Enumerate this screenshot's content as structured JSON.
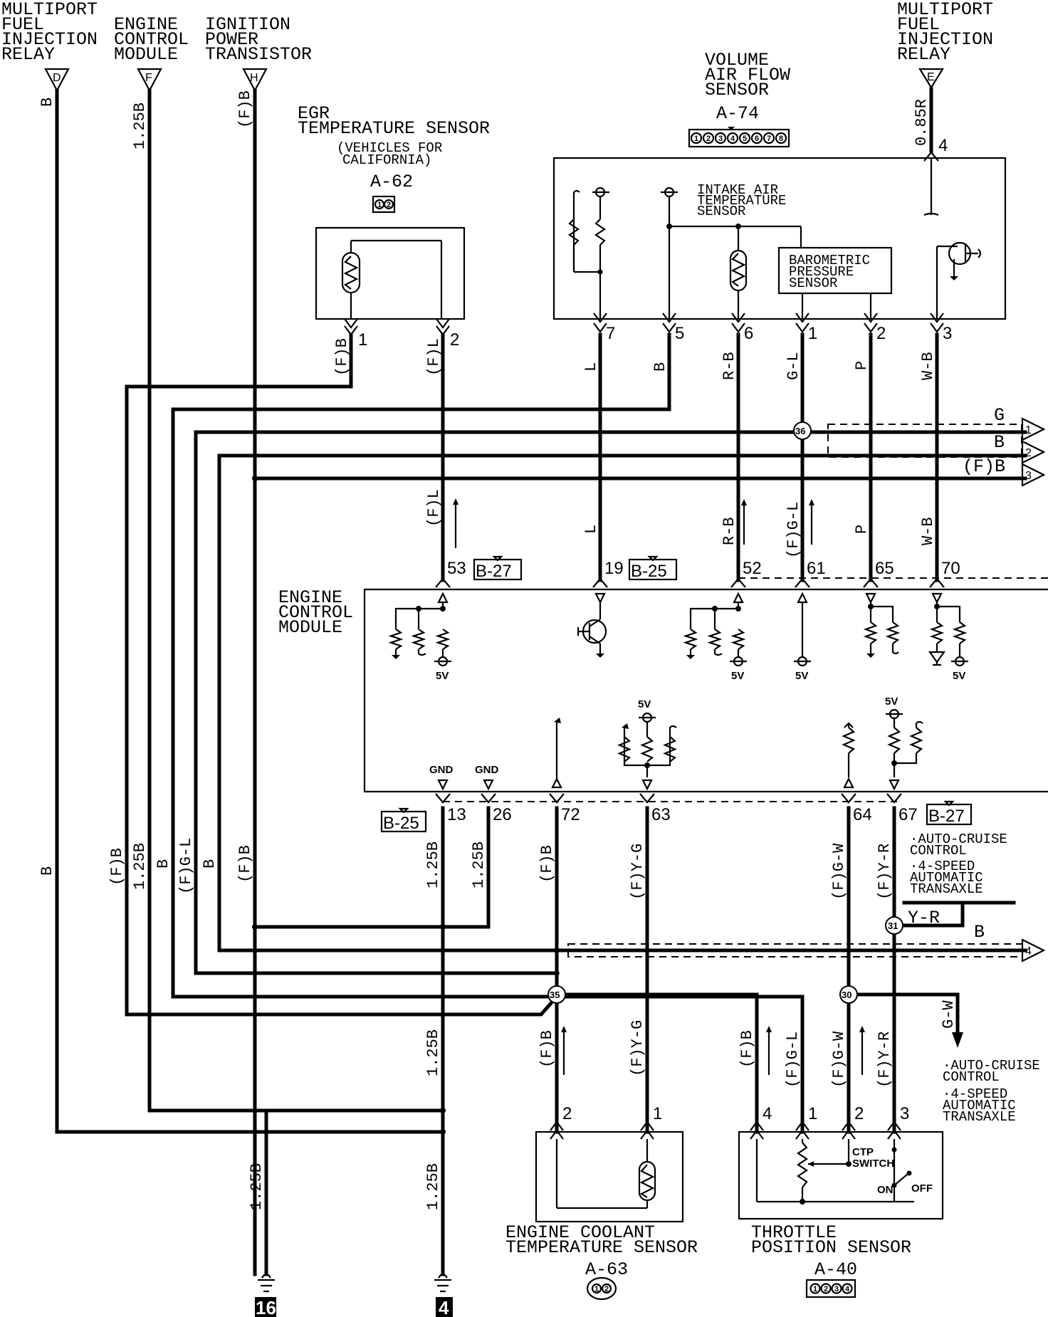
{
  "components": {
    "mfi_relay_left": {
      "lines": [
        "MULTIPORT",
        "FUEL",
        "INJECTION",
        "RELAY"
      ],
      "terminal": "D"
    },
    "ecm_top": {
      "lines": [
        "ENGINE",
        "CONTROL",
        "MODULE"
      ],
      "terminal": "F"
    },
    "ignition_power_transistor": {
      "lines": [
        "IGNITION",
        "POWER",
        "TRANSISTOR"
      ],
      "terminal": "H"
    },
    "mfi_relay_right": {
      "lines": [
        "MULTIPORT",
        "FUEL",
        "INJECTION",
        "RELAY"
      ],
      "terminal": "E"
    },
    "egr_sensor": {
      "lines": [
        "EGR",
        "TEMPERATURE SENSOR"
      ],
      "note_lines": [
        "(VEHICLES FOR",
        "CALIFORNIA)"
      ],
      "connector": "A-62",
      "pins": [
        "1",
        "2"
      ]
    },
    "vaf_sensor": {
      "lines": [
        "VOLUME",
        "AIR FLOW",
        "SENSOR"
      ],
      "connector": "A-74",
      "pins": [
        "1",
        "2",
        "3",
        "4",
        "5",
        "6",
        "7",
        "8"
      ]
    },
    "intake_air_temp": {
      "lines": [
        "INTAKE AIR",
        "TEMPERATURE",
        "SENSOR"
      ]
    },
    "baro_sensor": {
      "lines": [
        "BAROMETRIC",
        "PRESSURE",
        "SENSOR"
      ]
    },
    "ecm_main": {
      "lines": [
        "ENGINE",
        "CONTROL",
        "MODULE"
      ]
    },
    "ect_sensor": {
      "lines": [
        "ENGINE COOLANT",
        "TEMPERATURE SENSOR"
      ],
      "connector": "A-63",
      "pins": [
        "1",
        "2"
      ]
    },
    "tps": {
      "lines": [
        "THROTTLE",
        "POSITION SENSOR"
      ],
      "connector": "A-40",
      "pins": [
        "1",
        "2",
        "3",
        "4"
      ]
    },
    "ctp_switch": {
      "lines": [
        "CTP",
        "SWITCH"
      ],
      "on": "ON",
      "off": "OFF"
    }
  },
  "wires": {
    "d_wire": "B",
    "f_wire": "1.25B",
    "h_wire": "(F)B",
    "e_wire": "0.85R",
    "egr_pin1": "(F)B",
    "egr_pin2": "(F)L",
    "vaf_pin7": "L",
    "vaf_pin5": "B",
    "vaf_pin6": "R-B",
    "vaf_pin1": "G-L",
    "vaf_pin2": "P",
    "vaf_pin3": "W-B",
    "ecm53": "(F)L",
    "ecm19": "L",
    "ecm52": "R-B",
    "ecm61": "(F)G-L",
    "ecm65": "P",
    "ecm70": "W-B",
    "bus1": "G",
    "bus2": "B",
    "bus3": "(F)B",
    "bus4": "B",
    "left_b": "B",
    "left_fb": "(F)B",
    "left_125b": "1.25B",
    "left_b2": "B",
    "left_fgl": "(F)G-L",
    "left_b3": "B",
    "left_fb2": "(F)B",
    "ecm13": "1.25B",
    "ecm26": "1.25B",
    "ecm72": "(F)B",
    "ecm63": "(F)Y-G",
    "ecm64": "(F)G-W",
    "ecm67": "(F)Y-R",
    "yr_branch": "Y-R",
    "gw_branch": "G-W",
    "ect2": "(F)B",
    "ect1": "(F)Y-G",
    "tps4": "(F)B",
    "tps1": "(F)G-L",
    "tps2": "(F)G-W",
    "tps3": "(F)Y-R",
    "gnd16_wire": "1.25B",
    "gnd4_wire": "1.25B",
    "mid_125b": "1.25B"
  },
  "pins": {
    "egr": [
      "1",
      "2"
    ],
    "vaf": [
      "7",
      "5",
      "6",
      "1",
      "2",
      "3"
    ],
    "vaf_top": "4",
    "ecm_top": [
      "53",
      "19",
      "52",
      "61",
      "65",
      "70"
    ],
    "ecm_bottom": [
      "13",
      "26",
      "72",
      "63",
      "64",
      "67"
    ],
    "ect": [
      "2",
      "1"
    ],
    "tps": [
      "4",
      "1",
      "2",
      "3"
    ]
  },
  "connectors": {
    "b27_top": "B-27",
    "b25_top": "B-25",
    "b25_bottom": "B-25",
    "b27_bottom": "B-27"
  },
  "junctions": {
    "j36": "36",
    "j35": "35",
    "j31": "31",
    "j30": "30"
  },
  "off_page": {
    "t1": "1",
    "t2": "2",
    "t3": "3",
    "t4": "4"
  },
  "ecm_labels": {
    "v5": "5V",
    "gnd": "GND"
  },
  "notes": {
    "option_lines": [
      "·AUTO-CRUISE",
      " CONTROL",
      "·4-SPEED",
      " AUTOMATIC",
      " TRANSAXLE"
    ]
  },
  "grounds": {
    "g16": "16",
    "g4": "4"
  }
}
